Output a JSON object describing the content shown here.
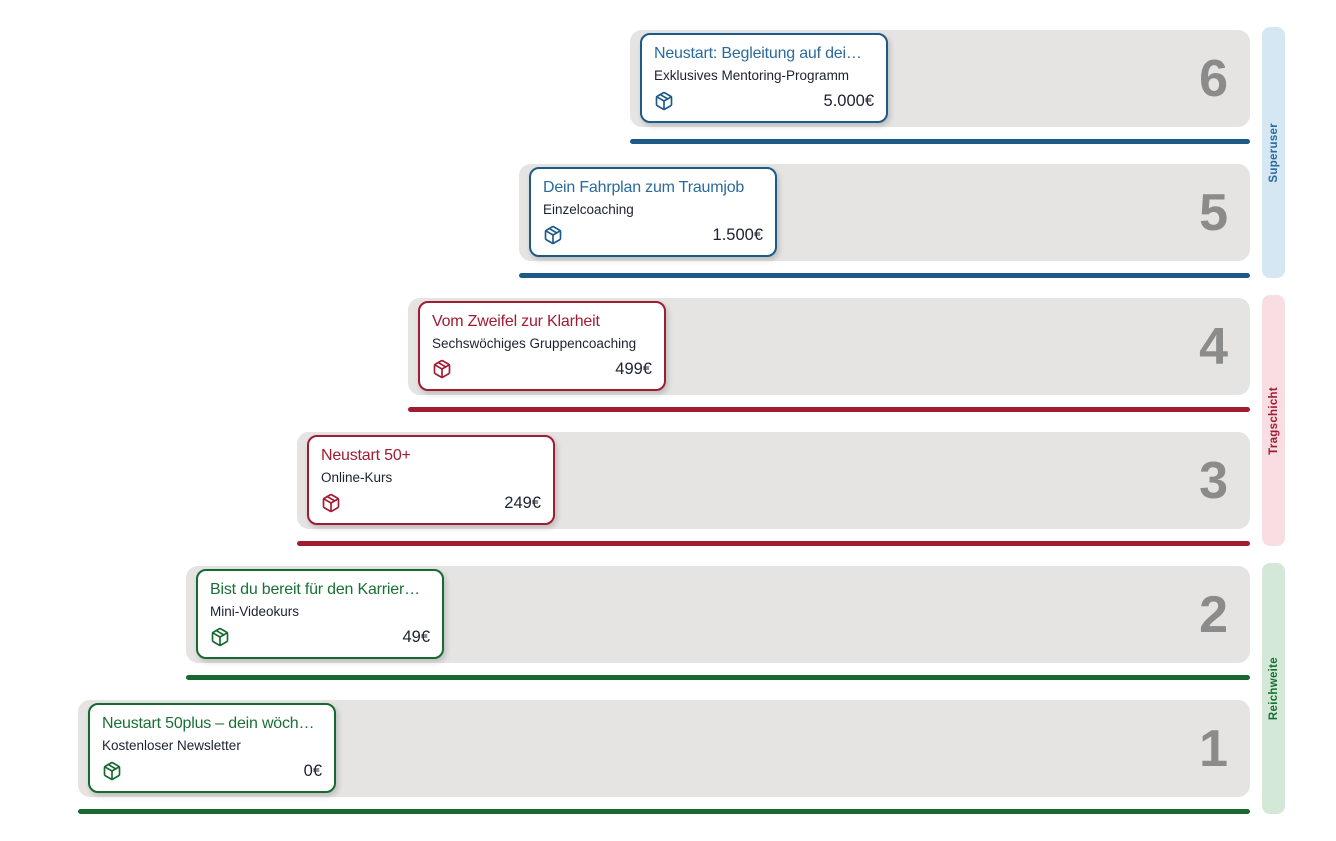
{
  "page": {
    "background": "#ffffff",
    "bar_bg": "#e5e4e3",
    "step_number_color": "#8b8b8b",
    "body_text_color": "#1b2230"
  },
  "tiers": {
    "superuser": {
      "label": "Superuser",
      "color": "#1d5a88",
      "title_color": "#2a6a9c",
      "strip_bg": "#d6e7f4"
    },
    "tragschicht": {
      "label": "Tragschicht",
      "color": "#a01c33",
      "title_color": "#a01c33",
      "strip_bg": "#f8dee3"
    },
    "reichweite": {
      "label": "Reichweite",
      "color": "#17692f",
      "title_color": "#1a7034",
      "strip_bg": "#d4e8d8"
    }
  },
  "steps": [
    {
      "number": "6",
      "tier": "superuser",
      "title": "Neustart: Begleitung auf dei…",
      "subtitle": "Exklusives Mentoring-Programm",
      "price": "5.000€"
    },
    {
      "number": "5",
      "tier": "superuser",
      "title": "Dein Fahrplan zum Traumjob",
      "subtitle": "Einzelcoaching",
      "price": "1.500€"
    },
    {
      "number": "4",
      "tier": "tragschicht",
      "title": "Vom Zweifel zur Klarheit",
      "subtitle": "Sechswöchiges Gruppencoaching",
      "price": "499€"
    },
    {
      "number": "3",
      "tier": "tragschicht",
      "title": "Neustart 50+",
      "subtitle": "Online-Kurs",
      "price": "249€"
    },
    {
      "number": "2",
      "tier": "reichweite",
      "title": "Bist du bereit für den Karrier…",
      "subtitle": "Mini-Videokurs",
      "price": "49€"
    },
    {
      "number": "1",
      "tier": "reichweite",
      "title": "Neustart 50plus – dein wöch…",
      "subtitle": "Kostenloser Newsletter",
      "price": "0€"
    }
  ],
  "icons": {
    "package": "package-icon"
  }
}
